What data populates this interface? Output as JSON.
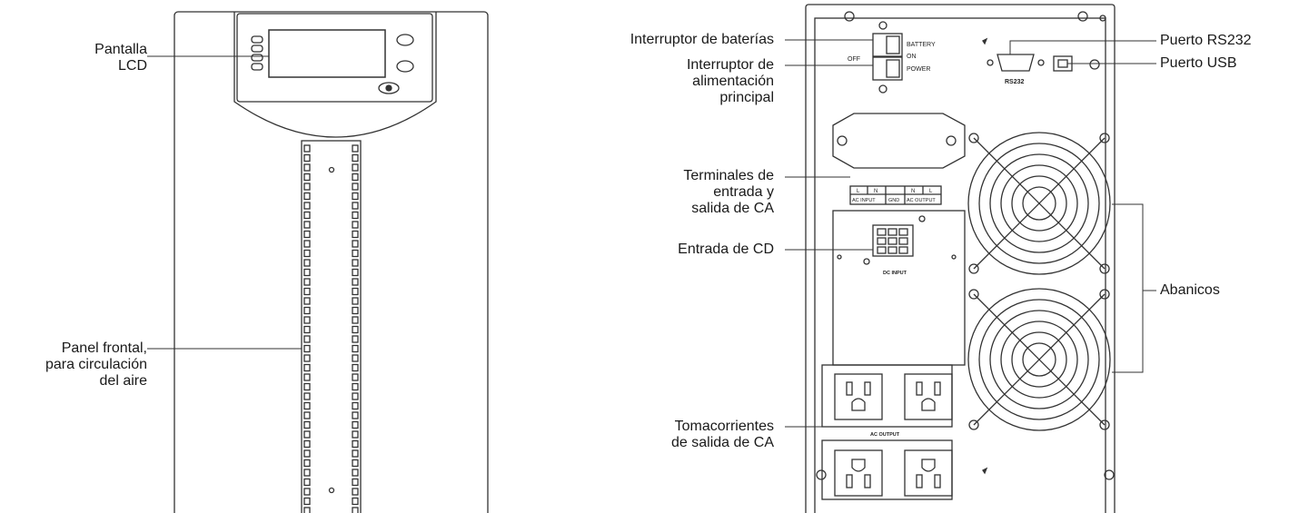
{
  "front": {
    "labels": {
      "lcd": [
        "Pantalla",
        "LCD"
      ],
      "vent_panel": [
        "Panel frontal,",
        "para circulación",
        "del aire"
      ]
    }
  },
  "rear": {
    "labels": {
      "battery_switch": [
        "Interruptor de baterías"
      ],
      "main_power_switch": [
        "Interruptor de",
        "alimentación",
        "principal"
      ],
      "ac_terminals": [
        "Terminales de",
        "entrada y",
        "salida de CA"
      ],
      "dc_input": [
        "Entrada de CD"
      ],
      "ac_outlets": [
        "Tomacorrientes",
        "de salida de CA"
      ],
      "rs232_port": [
        "Puerto RS232"
      ],
      "usb_port": [
        "Puerto USB"
      ],
      "fans": [
        "Abanicos"
      ]
    },
    "panel_text": {
      "battery": "BATTERY",
      "on": "ON",
      "off": "OFF",
      "power": "POWER",
      "rs232": "RS232",
      "ac_input": "AC INPUT",
      "gnd": "GND",
      "ac_output_term": "AC OUTPUT",
      "term_l1": "L",
      "term_n1": "N",
      "term_n2": "N",
      "term_l2": "L",
      "dc_input": "DC INPUT",
      "ac_output": "AC OUTPUT"
    }
  }
}
